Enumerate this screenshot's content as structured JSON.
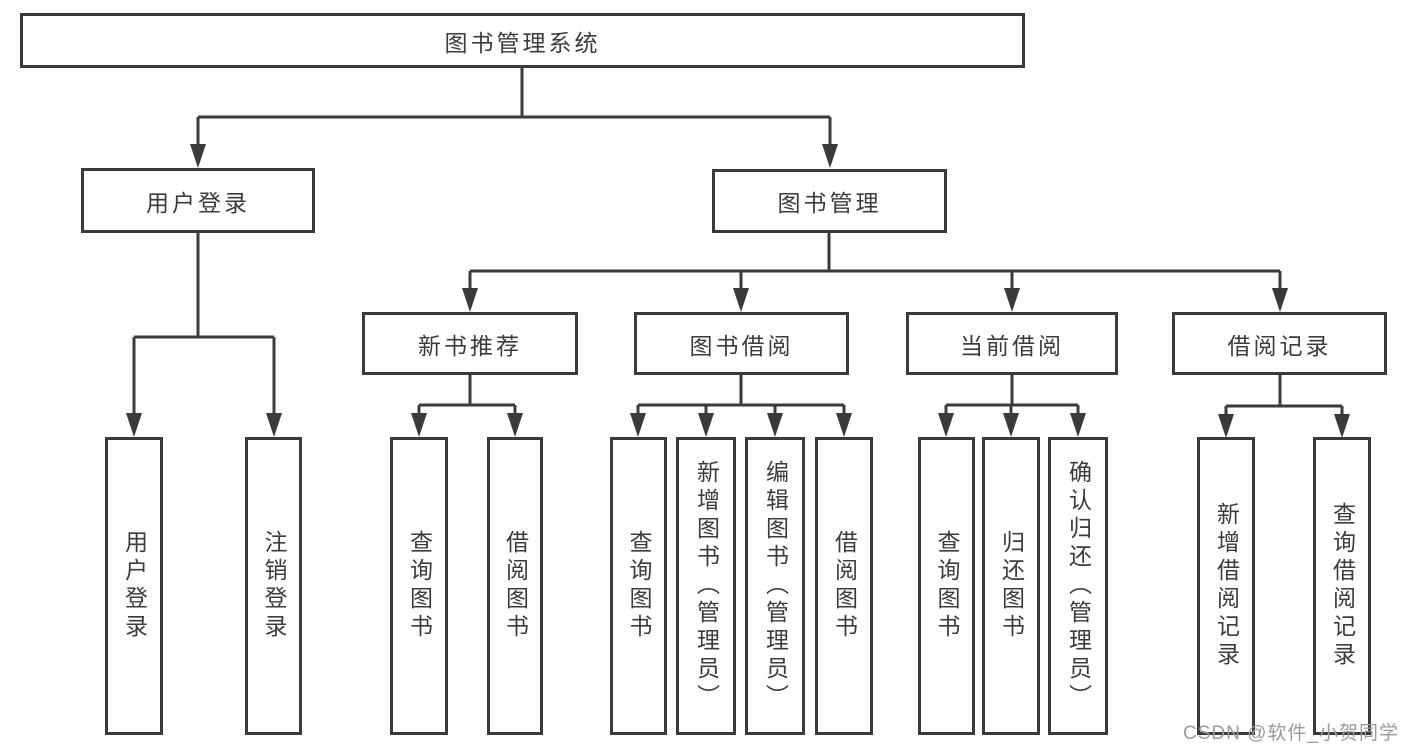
{
  "tree": {
    "root": "图书管理系统",
    "children": [
      {
        "label": "用户登录",
        "children": [
          "用户登录",
          "注销登录"
        ]
      },
      {
        "label": "图书管理",
        "children": [
          {
            "label": "新书推荐",
            "children": [
              "查询图书",
              "借阅图书"
            ]
          },
          {
            "label": "图书借阅",
            "children": [
              "查询图书",
              "新增图书（管理员）",
              "编辑图书（管理员）",
              "借阅图书"
            ]
          },
          {
            "label": "当前借阅",
            "children": [
              "查询图书",
              "归还图书",
              "确认归还（管理员）"
            ]
          },
          {
            "label": "借阅记录",
            "children": [
              "新增借阅记录",
              "查询借阅记录"
            ]
          }
        ]
      }
    ]
  },
  "watermark": "CSDN @软件_小贺同学",
  "colors": {
    "line": "#3a3a3c",
    "text": "#3c3c3e",
    "watermark": "#9b9b9b",
    "background": "#ffffff"
  }
}
